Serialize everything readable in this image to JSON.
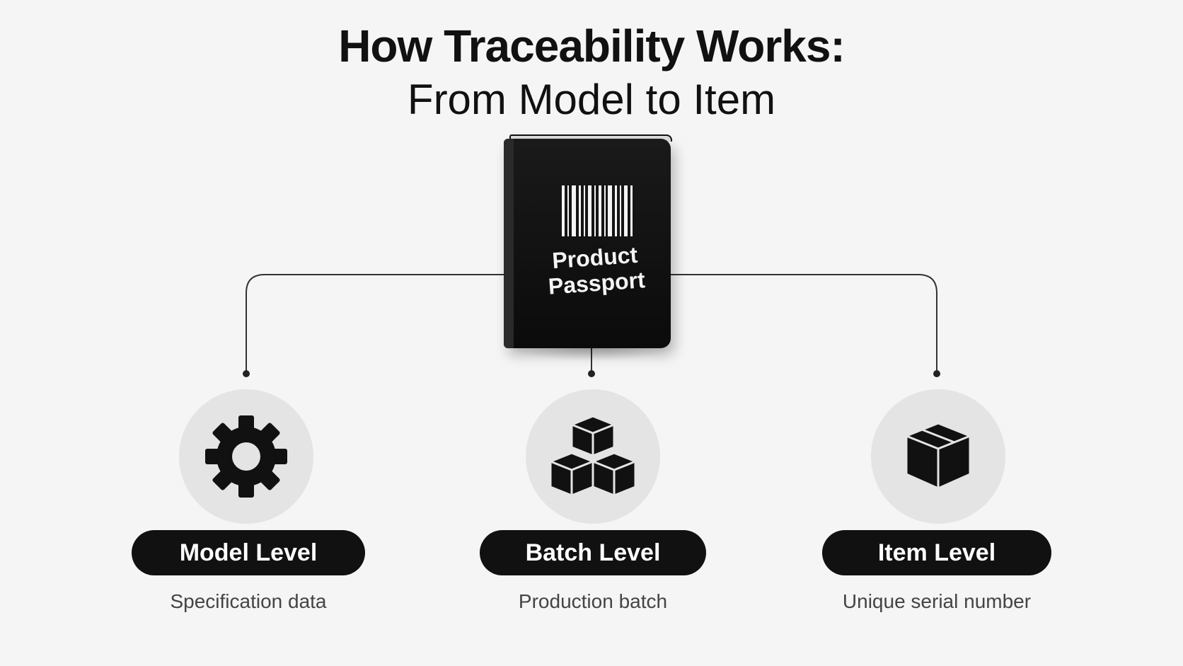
{
  "title": {
    "line1": "How Traceability  Works:",
    "line2": "From Model to Item"
  },
  "passport": {
    "label": "Product Passport",
    "icon": "book-barcode-icon"
  },
  "levels": [
    {
      "label": "Model Level",
      "description": "Specification data",
      "icon": "gear-icon"
    },
    {
      "label": "Batch Level",
      "description": "Production batch",
      "icon": "stacked-boxes-icon"
    },
    {
      "label": "Item Level",
      "description": "Unique serial number",
      "icon": "box-icon"
    }
  ],
  "colors": {
    "background": "#f5f5f5",
    "pill": "#111111",
    "circle": "#e4e4e4",
    "text_muted": "#444444"
  }
}
